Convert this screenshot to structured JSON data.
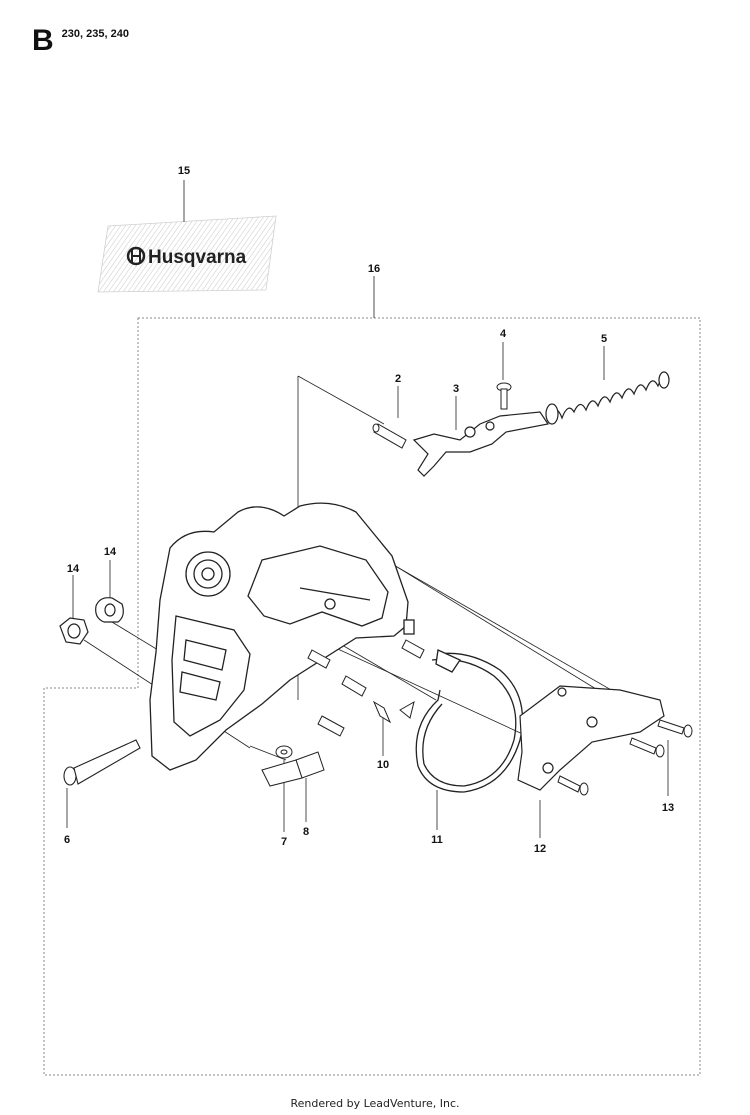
{
  "header": {
    "section_letter": "B",
    "models": "230, 235, 240"
  },
  "decal": {
    "brand_text": "Husqvarna"
  },
  "callouts": [
    {
      "id": "callout-15",
      "text": "15"
    },
    {
      "id": "callout-16",
      "text": "16"
    },
    {
      "id": "callout-4",
      "text": "4"
    },
    {
      "id": "callout-5",
      "text": "5"
    },
    {
      "id": "callout-2",
      "text": "2"
    },
    {
      "id": "callout-3",
      "text": "3"
    },
    {
      "id": "callout-14a",
      "text": "14"
    },
    {
      "id": "callout-14b",
      "text": "14"
    },
    {
      "id": "callout-10",
      "text": "10"
    },
    {
      "id": "callout-13",
      "text": "13"
    },
    {
      "id": "callout-6",
      "text": "6"
    },
    {
      "id": "callout-7",
      "text": "7"
    },
    {
      "id": "callout-8",
      "text": "8"
    },
    {
      "id": "callout-11",
      "text": "11"
    },
    {
      "id": "callout-12",
      "text": "12"
    }
  ],
  "footer": {
    "credit": "Rendered by LeadVenture, Inc."
  }
}
